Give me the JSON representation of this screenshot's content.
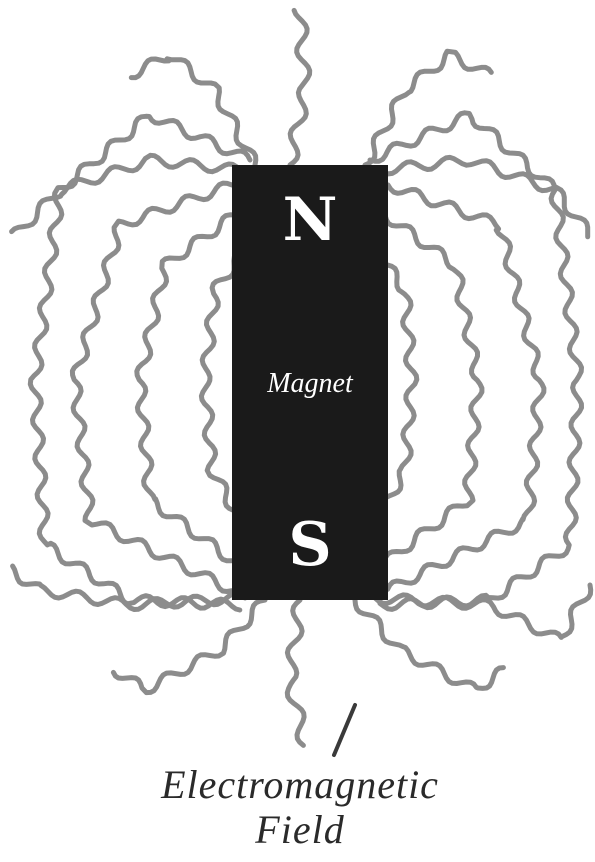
{
  "magnet": {
    "north_label": "N",
    "center_label": "Magnet",
    "south_label": "S"
  },
  "caption": {
    "line1": "Electromagnetic",
    "line2": "Field"
  },
  "colors": {
    "magnet": "#1a1a1a",
    "field_lines": "#8c8c8c",
    "pole_text": "#ffffff",
    "caption": "#2a2a2a"
  }
}
